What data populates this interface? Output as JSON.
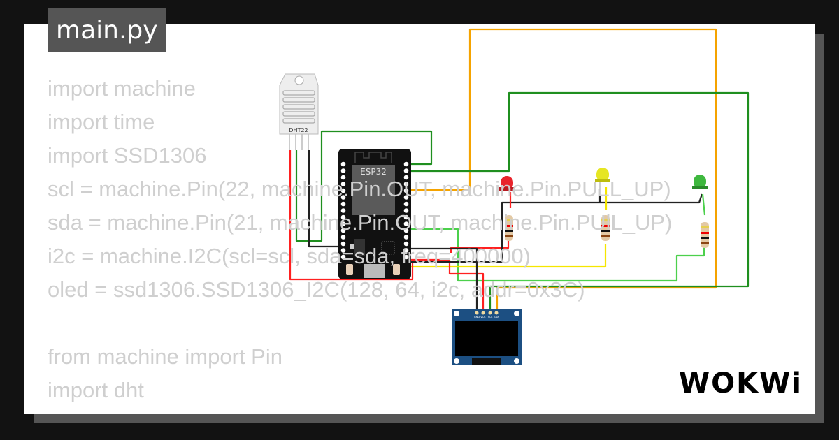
{
  "file_tab": {
    "label": "main.py"
  },
  "code_lines": [
    "import machine",
    "import time",
    "import SSD1306",
    "scl = machine.Pin(22, machine.Pin.OUT, machine.Pin.PULL_UP)",
    "sda = machine.Pin(21, machine.Pin.OUT, machine.Pin.PUlL_UP)",
    "i2c = machine.I2C(scl=scl, sda=sda, freq=400000)",
    "oled = ssd1306.SSD1306_I2C(128, 64, i2c, addr=0x3C)",
    "",
    "from machine import Pin",
    "import dht"
  ],
  "components": {
    "dht_label": "DHT22",
    "mcu_label": "ESP32",
    "oled_pins": [
      "GND",
      "VCC",
      "SCL",
      "SDA"
    ],
    "leds": [
      "red",
      "yellow",
      "green"
    ]
  },
  "brand": {
    "logo_text": "WOKWi"
  },
  "colors": {
    "background": "#121212",
    "card": "#ffffff",
    "tab": "#555555",
    "code_text": "#cfcfcf"
  }
}
